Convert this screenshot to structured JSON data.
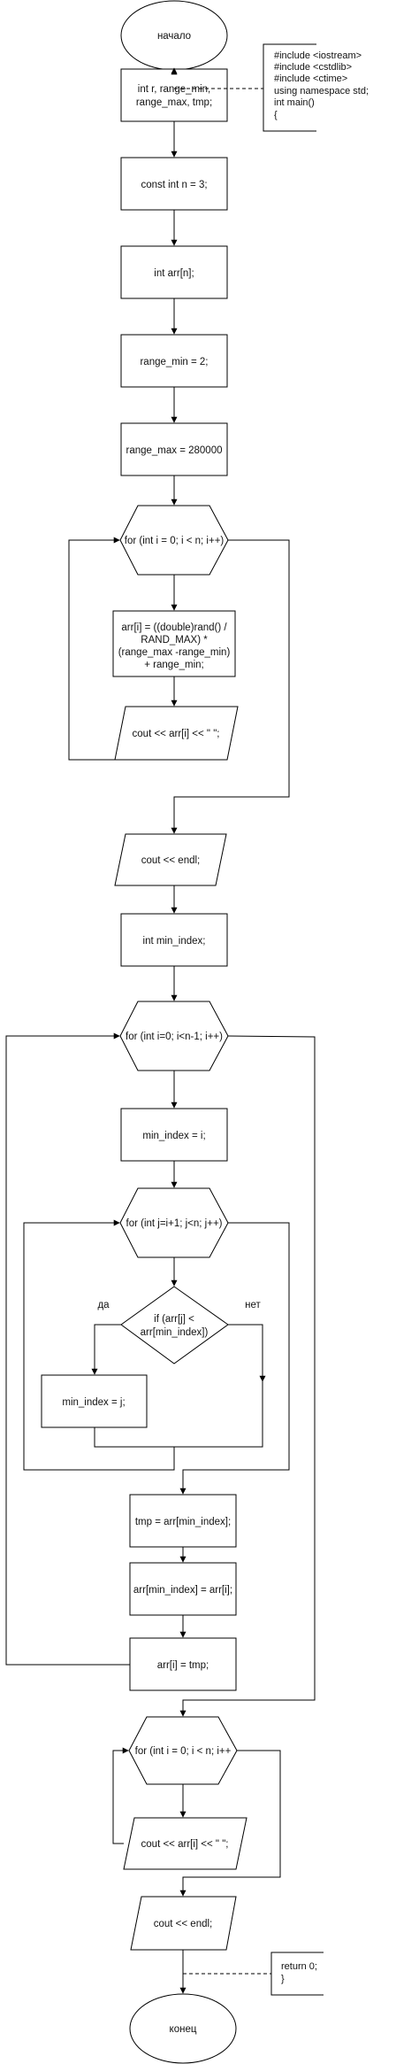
{
  "diagram": {
    "type": "flowchart",
    "colors": {
      "stroke": "#000000",
      "fill": "#ffffff",
      "text": "#111111"
    },
    "nodes": {
      "start": "начало",
      "header_note": [
        "#include <iostream>",
        "#include <cstdlib>",
        "#include <ctime>",
        "using namespace std;",
        "int main()",
        "{"
      ],
      "decl_vars": [
        "int r, range_min,",
        "range_max, tmp;"
      ],
      "const_n": "const int n = 3;",
      "arr_decl": "int arr[n];",
      "range_min": "range_min = 2;",
      "range_max": "range_max = 280000",
      "loop1": "for (int i = 0; i < n; i++)",
      "rand_assign": [
        "arr[i] = ((double)rand() /",
        "RAND_MAX) *",
        "(range_max -range_min)",
        "+ range_min;"
      ],
      "out1": "cout << arr[i] << \" \";",
      "endl1": "cout << endl;",
      "min_index_decl": "int min_index;",
      "loop_outer": "for (int i=0; i<n-1; i++)",
      "min_index_i": "min_index = i;",
      "loop_inner": "for (int j=i+1; j<n; j++)",
      "condition": [
        "if (arr[j] <",
        "arr[min_index])"
      ],
      "yes_label": "да",
      "no_label": "нет",
      "min_index_j": "min_index = j;",
      "swap1": "tmp = arr[min_index];",
      "swap2": "arr[min_index] = arr[i];",
      "swap3": "arr[i] = tmp;",
      "loop3": "for (int i = 0; i < n; i++",
      "out2": "cout << arr[i] << \" \";",
      "endl2": "cout << endl;",
      "return_note": [
        "return 0;",
        "}"
      ],
      "end": "конец"
    }
  }
}
